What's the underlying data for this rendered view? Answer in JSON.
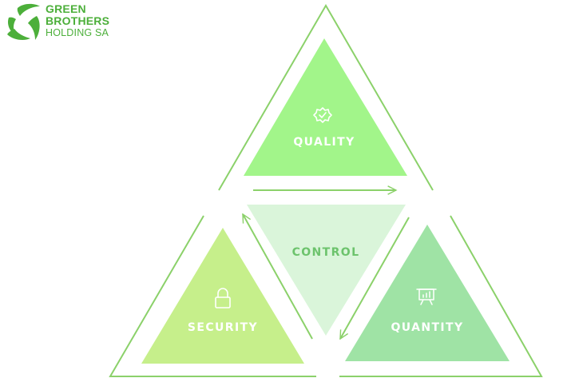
{
  "logo": {
    "line1": "GREEN",
    "line2": "BROTHERS",
    "line3": "HOLDING SA",
    "brand_color": "#4caf3a"
  },
  "diagram": {
    "top": {
      "label": "QUALITY",
      "icon": "badge-check-icon",
      "fill": "#a2f58a"
    },
    "center": {
      "label": "CONTROL",
      "fill": "#daf5da",
      "text_color": "#6cc36c"
    },
    "left": {
      "label": "SECURITY",
      "icon": "lock-icon",
      "fill": "#c6ef8b"
    },
    "right": {
      "label": "QUANTITY",
      "icon": "presentation-chart-icon",
      "fill": "#9fe3a5"
    },
    "outline_color": "#8bd16a"
  }
}
